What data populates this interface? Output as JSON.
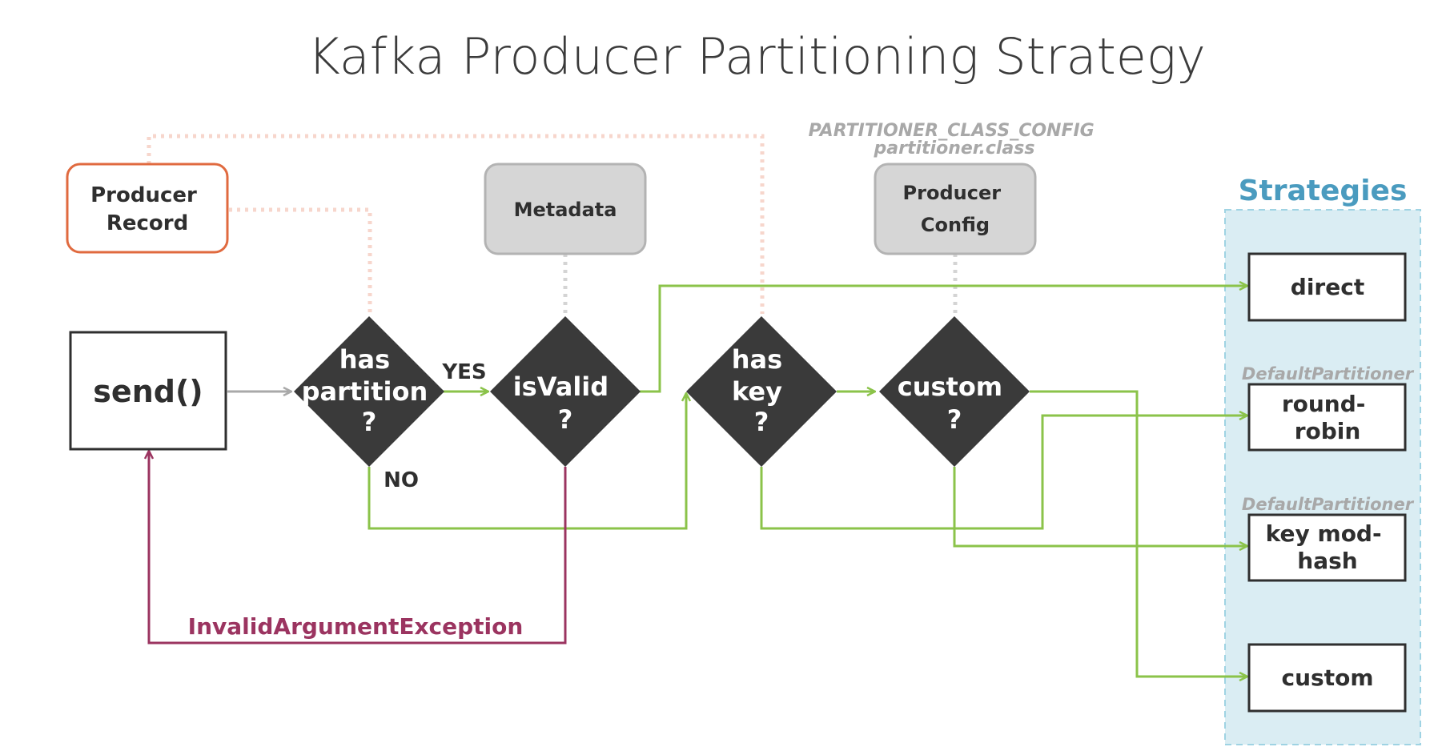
{
  "title": "Kafka Producer Partitioning Strategy",
  "colors": {
    "flow_green": "#8bc34a",
    "flow_gray": "#a9a9a9",
    "exception_red": "#9b3460",
    "record_orange": "#e06a3f",
    "record_dotted": "#f7d6cc",
    "meta_dotted": "#d4d4d4",
    "diamond_fill": "#3a3a3a",
    "info_box_fill": "#d6d6d6",
    "strategies_fill": "#daedf3",
    "strategies_border": "#9fd3e3",
    "strategies_title": "#4a9bbf"
  },
  "inputs": {
    "producer_record": [
      "Producer",
      "Record"
    ],
    "metadata": "Metadata",
    "producer_config": [
      "Producer",
      "Config"
    ],
    "config_keys": [
      "PARTITIONER_CLASS_CONFIG",
      "partitioner.class"
    ]
  },
  "send_box": "send()",
  "decisions": [
    {
      "id": "has-partition",
      "lines": [
        "has",
        "partition",
        "?"
      ]
    },
    {
      "id": "is-valid",
      "lines": [
        "isValid",
        "?"
      ]
    },
    {
      "id": "has-key",
      "lines": [
        "has",
        "key",
        "?"
      ]
    },
    {
      "id": "custom",
      "lines": [
        "custom",
        "?"
      ]
    }
  ],
  "edge_labels": {
    "yes": "YES",
    "no": "NO",
    "exception": "InvalidArgumentException"
  },
  "strategies": {
    "title": "Strategies",
    "items": [
      {
        "id": "direct",
        "lines": [
          "direct"
        ],
        "note": ""
      },
      {
        "id": "round-robin",
        "lines": [
          "round-",
          "robin"
        ],
        "note": "DefaultPartitioner"
      },
      {
        "id": "key-mod-hash",
        "lines": [
          "key mod-",
          "hash"
        ],
        "note": "DefaultPartitioner"
      },
      {
        "id": "custom",
        "lines": [
          "custom"
        ],
        "note": ""
      }
    ]
  }
}
